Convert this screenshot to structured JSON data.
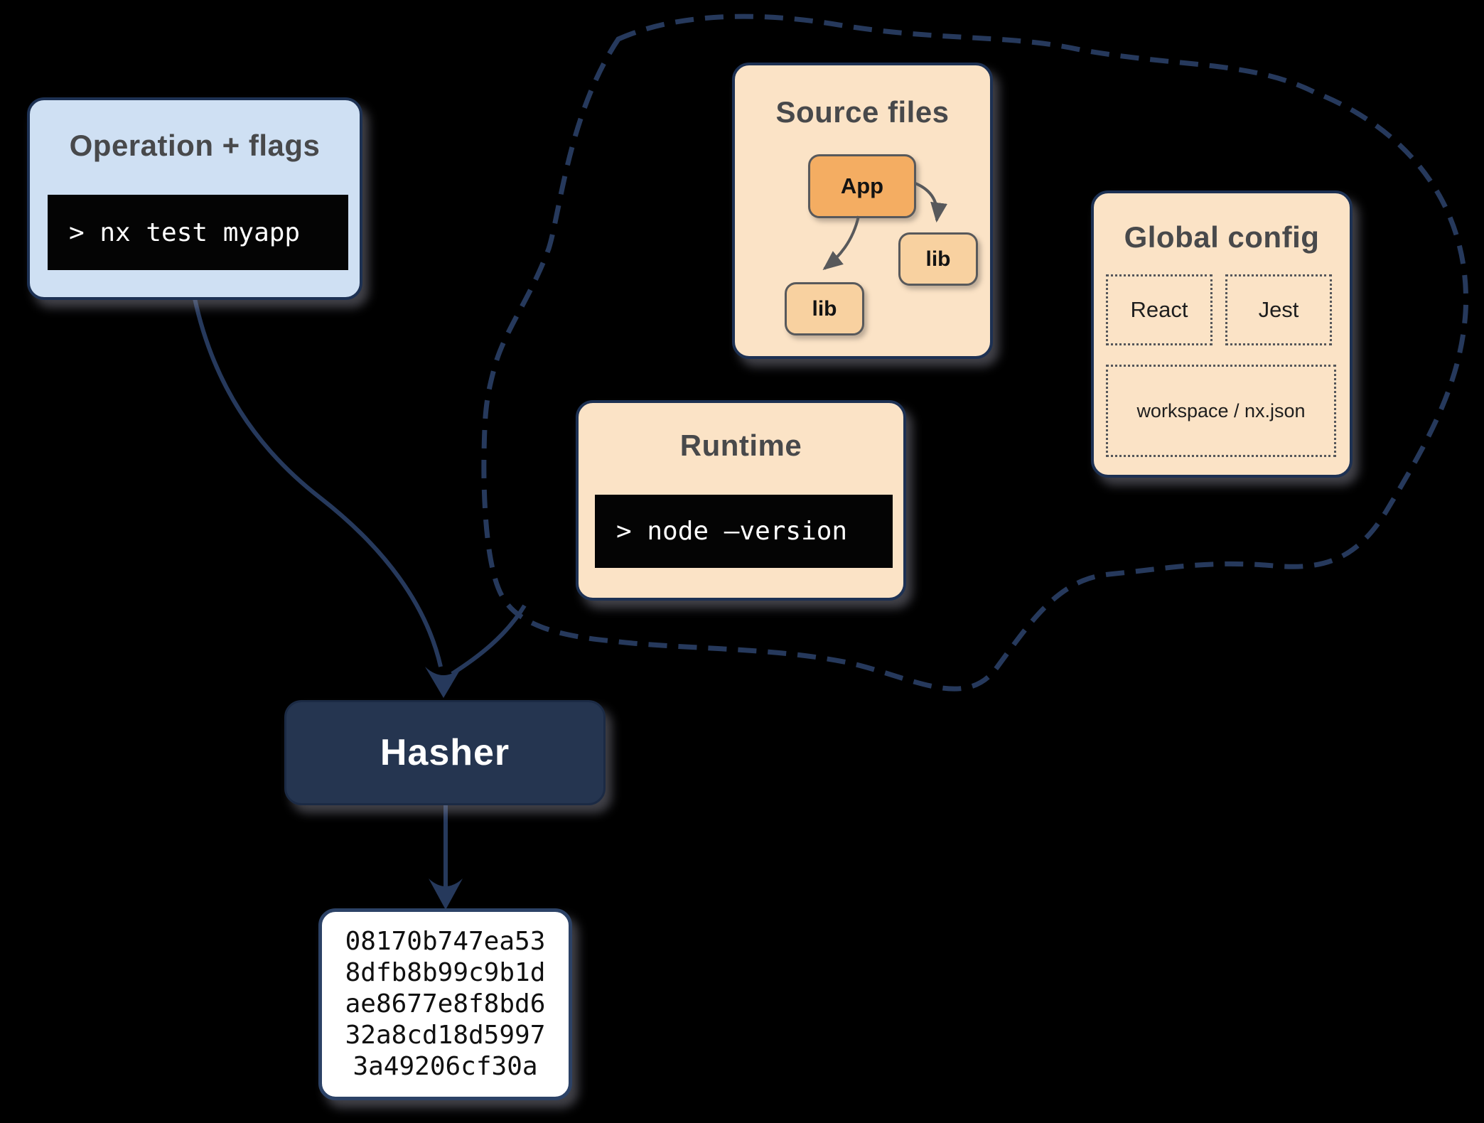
{
  "diagram": {
    "operation": {
      "title": "Operation + flags",
      "command": "> nx test myapp"
    },
    "cloud_inputs": {
      "source_files": {
        "title": "Source files",
        "nodes": [
          {
            "label": "App"
          },
          {
            "label": "lib"
          },
          {
            "label": "lib"
          }
        ]
      },
      "global_config": {
        "title": "Global config",
        "cells": [
          {
            "label": "React"
          },
          {
            "label": "Jest"
          },
          {
            "label": "workspace / nx.json"
          }
        ]
      },
      "runtime": {
        "title": "Runtime",
        "command": "> node –version"
      }
    },
    "hasher": {
      "label": "Hasher"
    },
    "hash_output": {
      "lines": [
        "08170b747ea53",
        "8dfb8b99c9b1d",
        "ae8677e8f8bd6",
        "32a8cd18d5997",
        "3a49206cf30a"
      ]
    },
    "colors": {
      "background": "#000000",
      "navy_line": "#26395c",
      "navy_border": "#1d3153",
      "hasher_fill": "#253550",
      "light_blue": "#cfe0f3",
      "peach": "#fbe3c6",
      "app_orange": "#f4ad62",
      "lib_orange": "#f8d1a0",
      "node_border_gray": "#58595b",
      "title_gray": "#48494b",
      "terminal_bg": "#040404",
      "terminal_text": "#ffffff",
      "hash_box_bg": "#ffffff"
    }
  }
}
